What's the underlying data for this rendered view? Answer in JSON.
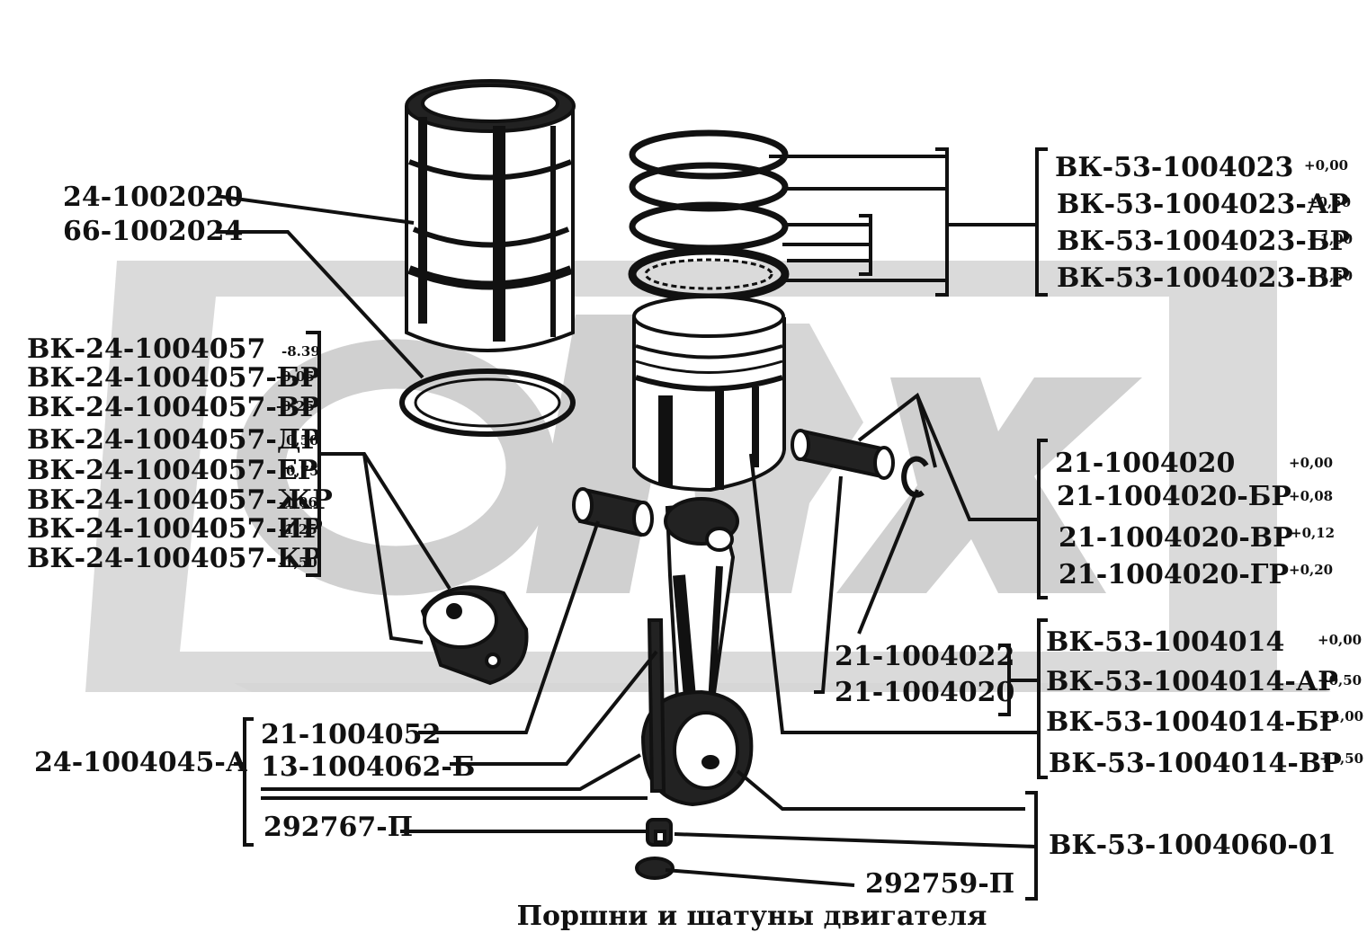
{
  "caption": "Поршни и шатуны двигателя",
  "parts": {
    "sleeve": "24-1002020",
    "sleeve_ring": "66-1002024",
    "rings": [
      {
        "code": "ВК-53-1004023",
        "size": "+0,00"
      },
      {
        "code": "ВК-53-1004023-АР",
        "size": "+0,50"
      },
      {
        "code": "ВК-53-1004023-БР",
        "size": "+1,00"
      },
      {
        "code": "ВК-53-1004023-ВР",
        "size": "+1,50"
      }
    ],
    "bushings": [
      {
        "code": "ВК-24-1004057",
        "size": "-8.39"
      },
      {
        "code": "ВК-24-1004057-БР",
        "size": "-0.05"
      },
      {
        "code": "ВК-24-1004057-ВР",
        "size": "-0.25"
      },
      {
        "code": "ВК-24-1004057-ДР",
        "size": "0,50"
      },
      {
        "code": "ВК-24-1004057-ЕР",
        "size": "0,75"
      },
      {
        "code": "ВК-24-1004057-ЖР",
        "size": "-1,06"
      },
      {
        "code": "ВК-24-1004057-ИР",
        "size": "-1,25"
      },
      {
        "code": "ВК-24-1004057-КР",
        "size": "-1,50"
      }
    ],
    "pins": [
      {
        "code": "21-1004020",
        "size": "+0,00"
      },
      {
        "code": "21-1004020-БР",
        "size": "+0,08"
      },
      {
        "code": "21-1004020-ВР",
        "size": "+0,12"
      },
      {
        "code": "21-1004020-ГР",
        "size": "+0,20"
      }
    ],
    "pin_lock": "21-1004022",
    "pin_main": "21-1004020",
    "pistons": [
      {
        "code": "ВК-53-1004014",
        "size": "+0,00"
      },
      {
        "code": "ВК-53-1004014-АР",
        "size": "+0,50"
      },
      {
        "code": "ВК-53-1004014-БР",
        "size": "+1,00"
      },
      {
        "code": "ВК-53-1004014-ВР",
        "size": "+1,50"
      }
    ],
    "rod_assembly": "24-1004045-А",
    "rod_bushing": "21-1004052",
    "rod_bolt": "13-1004062-Б",
    "nut": "292767-П",
    "washer": "292759-П",
    "rod_kit": "ВК-53-1004060-01"
  },
  "colors": {
    "ink": "#111111",
    "watermark": "#c8c8c8",
    "watermark_light": "#dedede"
  }
}
